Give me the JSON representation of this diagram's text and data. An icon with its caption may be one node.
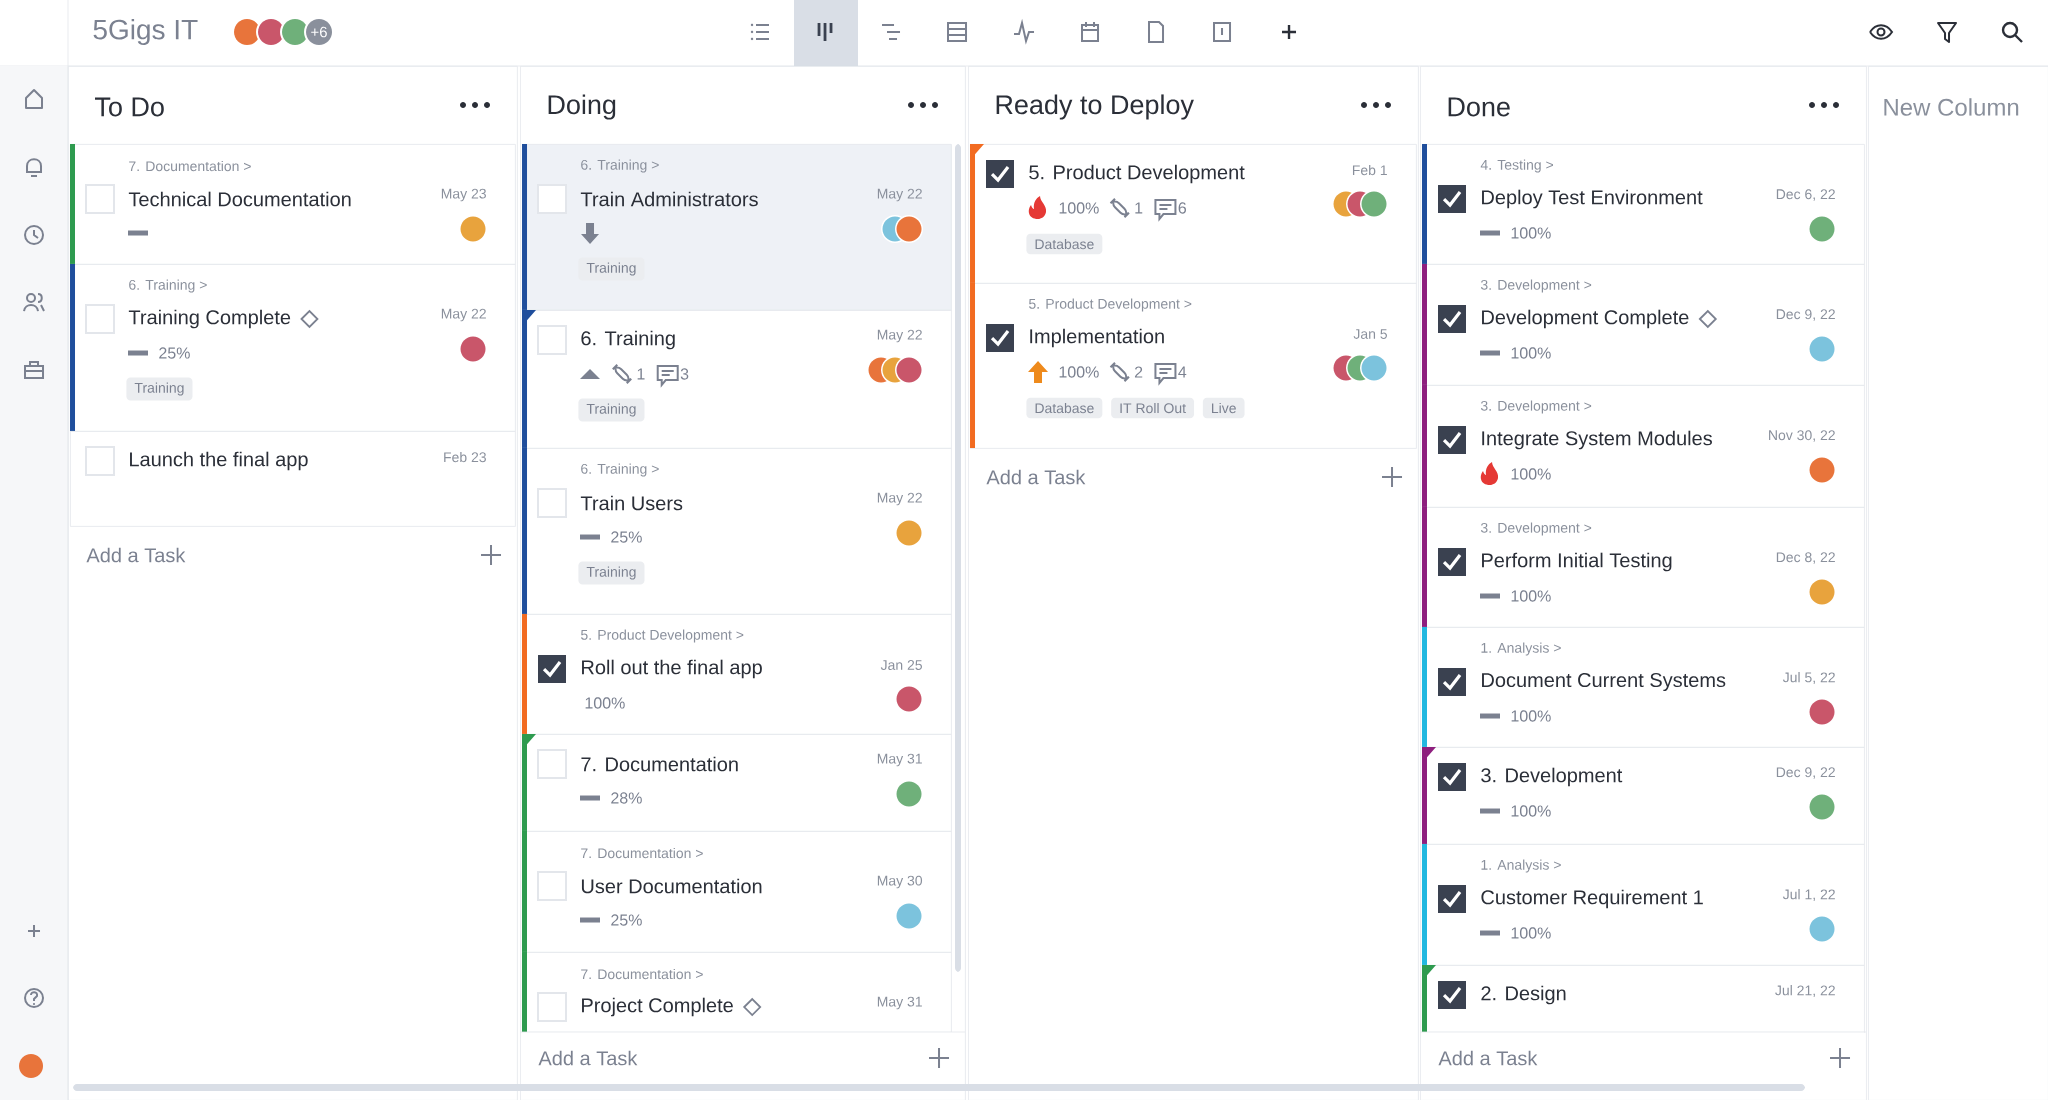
{
  "diagram": {
    "nodes": [
      {
        "text": [
          "To Do"
        ]
      },
      {
        "text": [
          "Doing"
        ]
      },
      {
        "text": [
          "Ready to Deploy"
        ]
      },
      {
        "text": [
          "Done"
        ]
      },
      {
        "text": [
          "New Column"
        ]
      },
      {
        "text": [
          "7. Documentation >",
          "Technical Documentation",
          "May 23"
        ],
        "in": 0
      },
      {
        "text": [
          "6. Training >",
          "Training Complete",
          "May 22",
          "25%",
          "Training"
        ],
        "in": 0
      },
      {
        "text": [
          "Launch the final app",
          "Feb 23"
        ],
        "in": 0
      },
      {
        "text": [
          "6. Training >",
          "Train Administrators",
          "May 22",
          "Training"
        ],
        "in": 1
      },
      {
        "text": [
          "6. Training",
          "May 22",
          "1",
          "3",
          "Training"
        ],
        "in": 1
      },
      {
        "text": [
          "6. Training >",
          "Train Users",
          "May 22",
          "25%",
          "Training"
        ],
        "in": 1
      },
      {
        "text": [
          "5. Product Development >",
          "Roll out the final app",
          "Jan 25",
          "100%"
        ],
        "in": 1
      },
      {
        "text": [
          "7. Documentation",
          "May 31",
          "28%"
        ],
        "in": 1
      },
      {
        "text": [
          "7. Documentation >",
          "User Documentation",
          "May 30",
          "25%"
        ],
        "in": 1
      },
      {
        "text": [
          "7. Documentation >",
          "Project Complete",
          "May 31"
        ],
        "in": 1
      },
      {
        "text": [
          "5. Product Development",
          "Feb 1",
          "100%",
          "1",
          "6",
          "Database"
        ],
        "in": 2
      },
      {
        "text": [
          "5. Product Development >",
          "Implementation",
          "Jan 5",
          "100%",
          "2",
          "4",
          "Database",
          "IT Roll Out",
          "Live"
        ],
        "in": 2
      },
      {
        "text": [
          "4. Testing >",
          "Deploy Test Environment",
          "Dec 6, 22",
          "100%"
        ],
        "in": 3
      },
      {
        "text": [
          "3. Development >",
          "Development Complete",
          "Dec 9, 22",
          "100%"
        ],
        "in": 3
      },
      {
        "text": [
          "3. Development >",
          "Integrate System Modules",
          "Nov 30, 22",
          "100%"
        ],
        "in": 3
      },
      {
        "text": [
          "3. Development >",
          "Perform Initial Testing",
          "Dec 8, 22",
          "100%"
        ],
        "in": 3
      },
      {
        "text": [
          "1. Analysis >",
          "Document Current Systems",
          "Jul 5, 22",
          "100%"
        ],
        "in": 3
      },
      {
        "text": [
          "3. Development",
          "Dec 9, 22",
          "100%"
        ],
        "in": 3
      },
      {
        "text": [
          "1. Analysis >",
          "Customer Requirement 1",
          "Jul 1, 22",
          "100%"
        ],
        "in": 3
      },
      {
        "text": [
          "2. Design",
          "Jul 21, 22"
        ],
        "in": 3
      }
    ],
    "labels": [
      "5Gigs IT",
      "+6",
      "Add a Task",
      "Add a Task",
      "Add a Task",
      "Add a Task"
    ]
  }
}
